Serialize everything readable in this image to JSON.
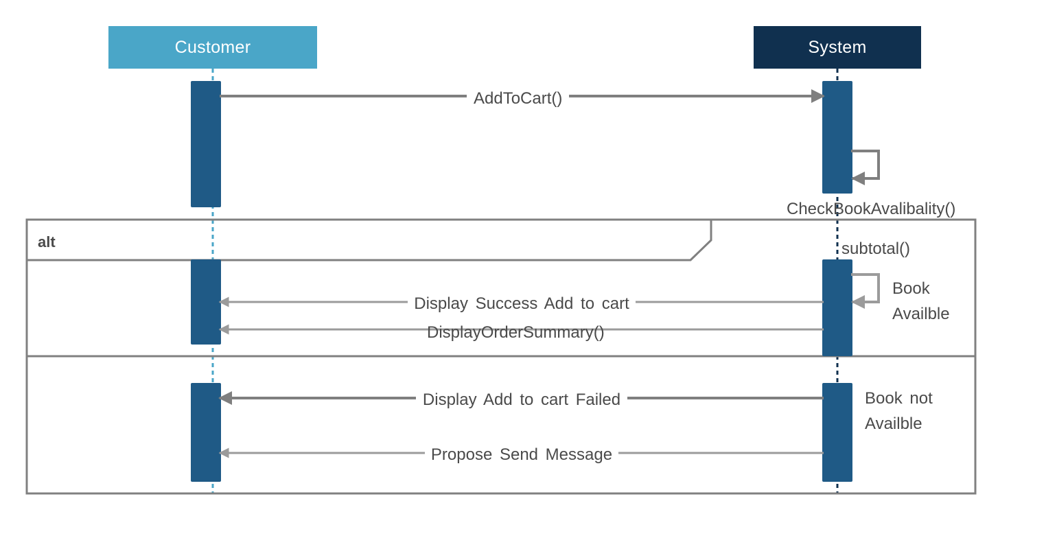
{
  "lifelines": {
    "customer": {
      "label": "Customer",
      "color": "#4aa6c8",
      "line_color": "#4aa6c8"
    },
    "system": {
      "label": "System",
      "color": "#10304f",
      "line_color": "#10304f"
    }
  },
  "colors": {
    "activation": "#1f5a86",
    "arrow_dark": "#7f7f7f",
    "arrow_light": "#9b9b9b",
    "frame": "#808080",
    "text": "#4a4a4a"
  },
  "fragment": {
    "operator": "alt"
  },
  "messages": {
    "add_to_cart": "AddToCart()",
    "check_book": "CheckBookAvalibality()",
    "subtotal": "subtotal()",
    "display_success": "Display Success Add to cart",
    "display_order_summary": "DisplayOrderSummary()",
    "display_failed": "Display Add to cart Failed",
    "propose_send": "Propose Send Message"
  },
  "notes": {
    "book_available": "Book Availble",
    "book_not_available": "Book not Availble"
  }
}
